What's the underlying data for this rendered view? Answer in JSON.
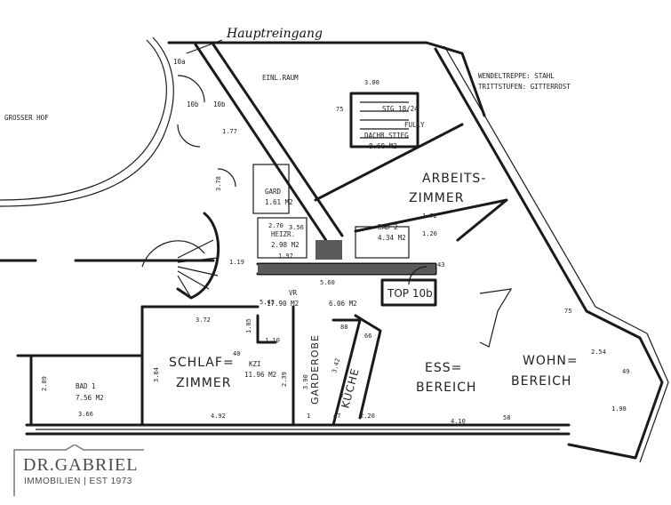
{
  "annotations": {
    "handwritten_top": "Hauptreingang",
    "stair_note_1": "WENDELTREPPE: STAHL",
    "stair_note_2": "TRITTSTUFEN: GITTERROST",
    "grosser_hof": "GROSSER HOF",
    "einl_raum": "EINL.RAUM",
    "top_label": "TOP 10b",
    "door_10a": "10a",
    "door_10b": "10b",
    "door_10b_2": "10b",
    "stg": "STG 18/24",
    "fully": "FULLY"
  },
  "rooms": {
    "arbeitszimmer_1": "ARBEITS-",
    "arbeitszimmer_2": "ZIMMER",
    "schlafzimmer_1": "SCHLAF=",
    "schlafzimmer_2": "ZIMMER",
    "garderobe": "GARDEROBE",
    "kueche": "KÜCHE",
    "essbereich_1": "ESS=",
    "essbereich_2": "BEREICH",
    "wohnbereich_1": "WOHN=",
    "wohnbereich_2": "BEREICH",
    "bad1": "BAD 1",
    "bad1_area": "7.56 M2",
    "bad2": "BAD 2",
    "bad2_area": "4.34 M2",
    "vr": "VR",
    "vr_area": "17.90 M2",
    "vr_area_2": "6.06 M2",
    "heizr": "HEIZR.",
    "heizr_area": "2.98 M2",
    "gard": "GARD",
    "gard_area": "1.61 M2",
    "dachb_stieg": "DACHB.STIEG",
    "dachb_area": "8.60 M2",
    "schlaf_area": "11.96 M2",
    "schlaf_tag": "KZI"
  },
  "dimensions": {
    "d372": "3.72",
    "d366": "3.66",
    "d492": "4.92",
    "d220": "2.20",
    "d410": "4.10",
    "d560": "5.60",
    "d541": "5.41",
    "d119": "1.19",
    "d300": "3.00",
    "d172": "1.72",
    "d120": "1.20",
    "d254": "2.54",
    "d198": "1.98",
    "d209": "2.09",
    "d384": "3.84",
    "d239": "2.39",
    "d390": "3.90",
    "d342": "3.42",
    "d110": "1.10",
    "d105": "1.05",
    "d270": "2.70",
    "d197": "1.97",
    "d356": "3.56",
    "d378": "3.78",
    "d177": "1.77",
    "d75a": "75",
    "d75b": "75",
    "d40": "40",
    "d88": "88",
    "d66": "66",
    "d47": "47",
    "d58": "58",
    "d43": "43",
    "d49": "49",
    "d1": "1"
  },
  "logo": {
    "brand": "DR.GABRIEL",
    "subline": "IMMOBILIEN | EST 1973"
  }
}
